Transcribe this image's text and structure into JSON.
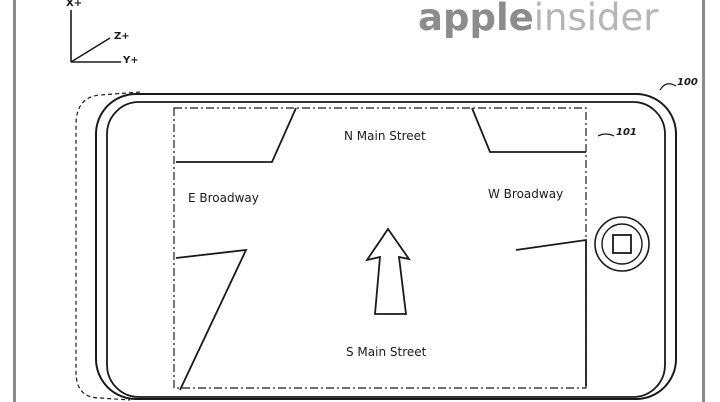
{
  "brand": {
    "strong": "apple",
    "light": "insider"
  },
  "axes": {
    "x_label": "X+",
    "z_label": "Z+",
    "y_label": "Y+"
  },
  "reference_numerals": {
    "device": "100",
    "display": "101"
  },
  "streets": {
    "north": "N Main Street",
    "south": "S Main Street",
    "east": "E Broadway",
    "west": "W Broadway"
  },
  "colors": {
    "line": "#1a1a1a",
    "brand_strong": "#8c8c8c",
    "brand_light": "#b5b5b5",
    "frame": "#8a8a8a"
  },
  "icons": {
    "heading_arrow": "up-arrow-icon",
    "home_button": "square-in-circle-icon"
  }
}
